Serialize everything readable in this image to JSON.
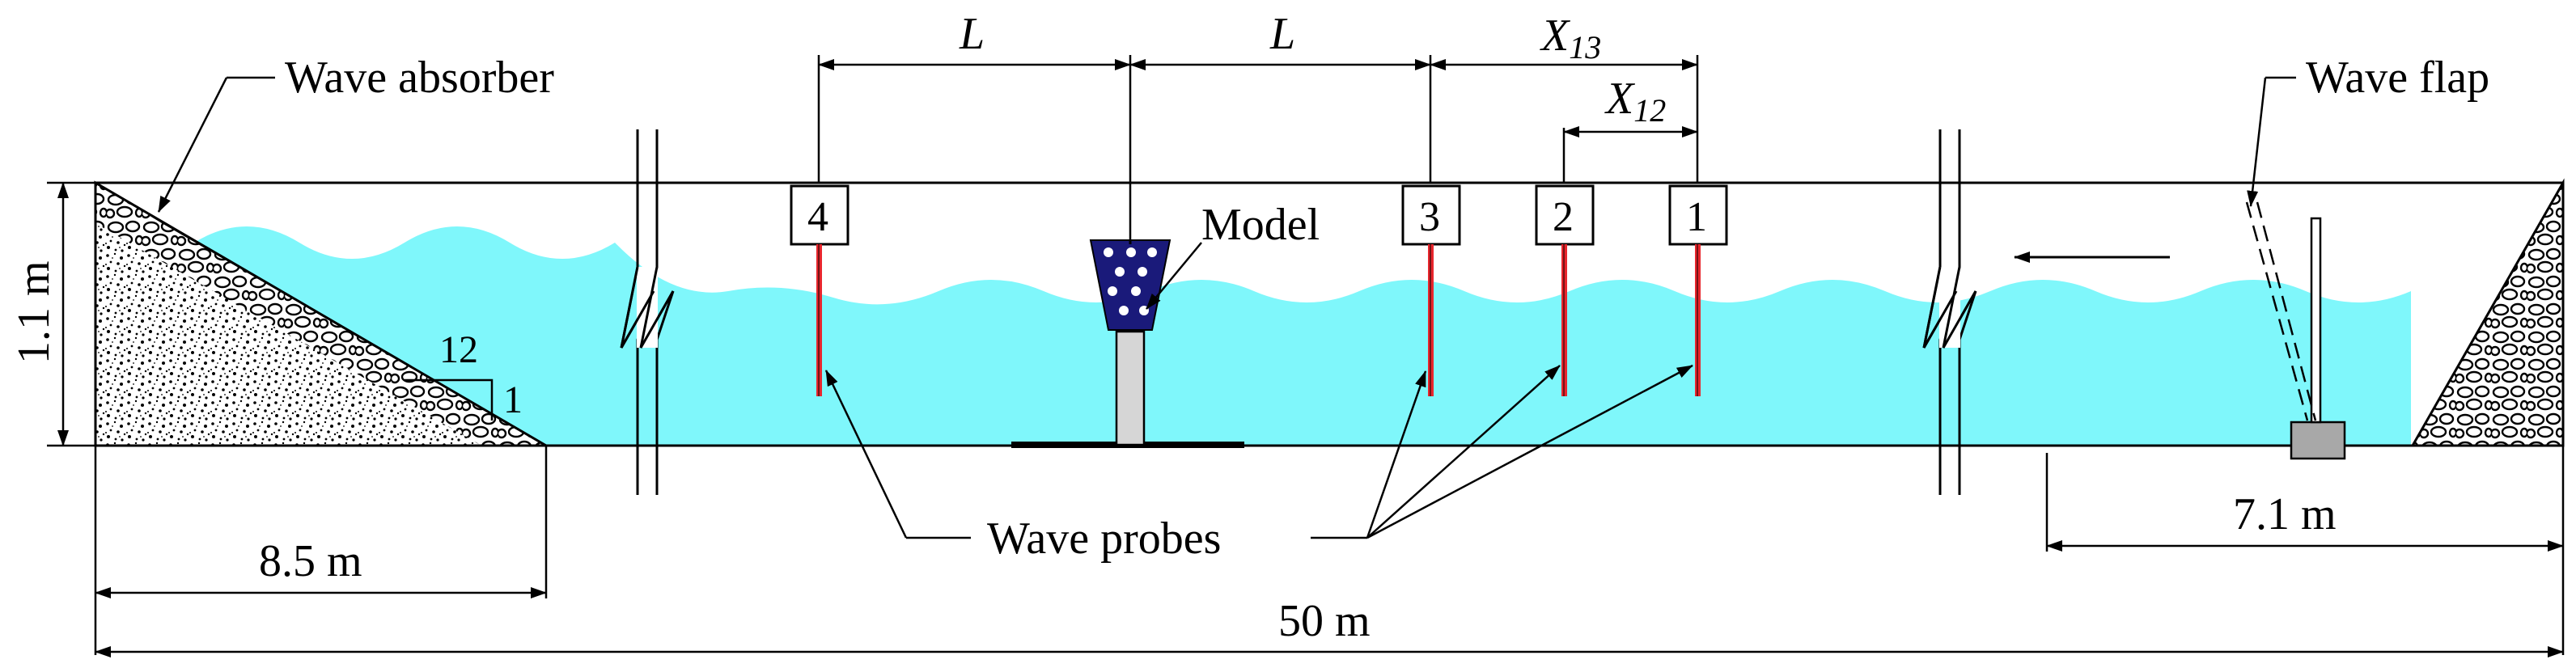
{
  "labels": {
    "wave_absorber": "Wave absorber",
    "model": "Model",
    "wave_probes": "Wave probes",
    "wave_flap": "Wave flap",
    "slope_run": "12",
    "slope_rise": "1"
  },
  "dimensions": {
    "depth": "1.1 m",
    "absorber_length": "8.5 m",
    "flap_length": "7.1 m",
    "total_length": "50 m",
    "spacing_L1": "L",
    "spacing_L2": "L",
    "x13_main": "X",
    "x13_sub": "13",
    "x12_main": "X",
    "x12_sub": "12"
  },
  "probes": [
    {
      "id": "4",
      "label": "4"
    },
    {
      "id": "3",
      "label": "3"
    },
    {
      "id": "2",
      "label": "2"
    },
    {
      "id": "1",
      "label": "1"
    }
  ],
  "colors": {
    "water": "#7ff7fb",
    "probe_wire": "#e8262d",
    "model_body": "#1a1a7a",
    "line": "#000000",
    "flap_base": "#a8a8a8"
  }
}
